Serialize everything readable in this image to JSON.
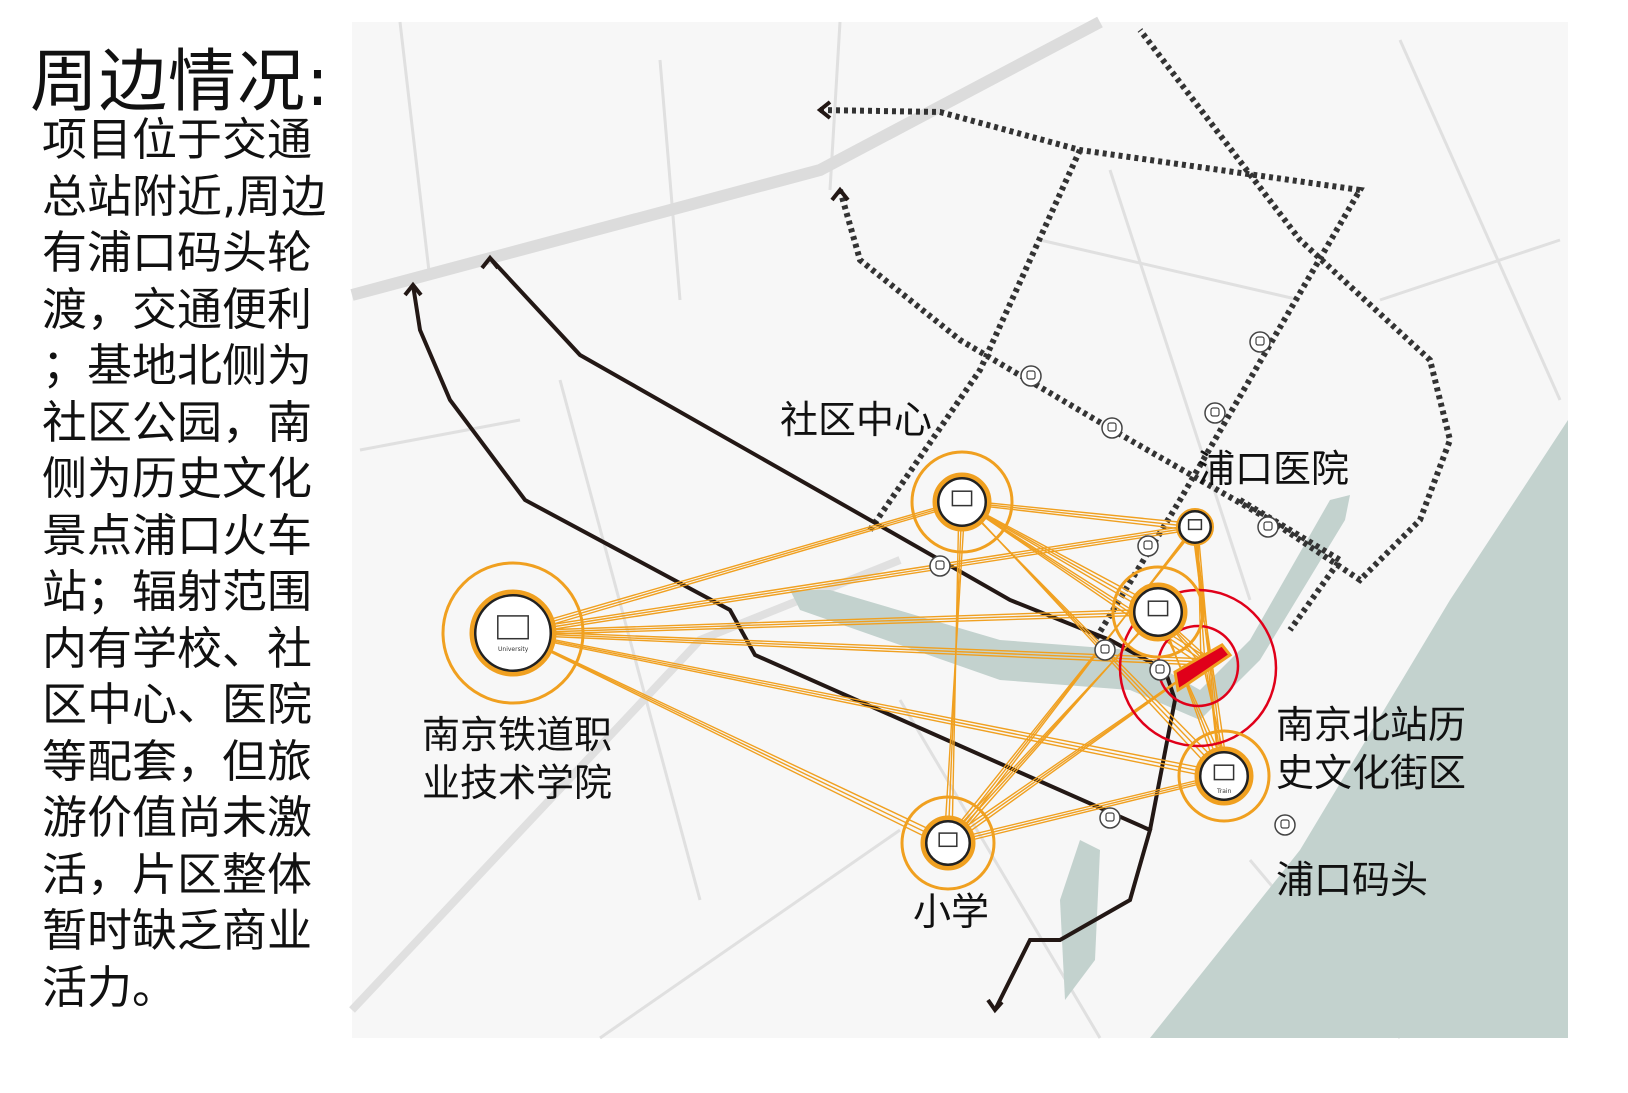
{
  "title": "周边情况:",
  "description_lines": [
    "项目位于交通",
    "总站附近,周边",
    "有浦口码头轮",
    "渡，交通便利",
    "；基地北侧为",
    "社区公园，南",
    "侧为历史文化",
    "景点浦口火车",
    "站；辐射范围",
    "内有学校、社",
    "区中心、医院",
    "等配套，但旅",
    "游价值尚未激",
    "活，片区整体",
    "暂时缺乏商业",
    "活力。"
  ],
  "map": {
    "labels": {
      "community_center": "社区中心",
      "hospital": "浦口医院",
      "university_line1": "南京铁道职",
      "university_line2": "业技术学院",
      "school": "小学",
      "historic_district_line1": "南京北站历",
      "historic_district_line2": "史文化街区",
      "ferry": "浦口码头"
    },
    "icon_captions": {
      "university": "University",
      "train": "Train"
    },
    "colors": {
      "accent": "#f0a020",
      "site": "#e0001a",
      "route": "#231815",
      "water": "#c3d2ce",
      "road": "#e2e2e2"
    }
  }
}
